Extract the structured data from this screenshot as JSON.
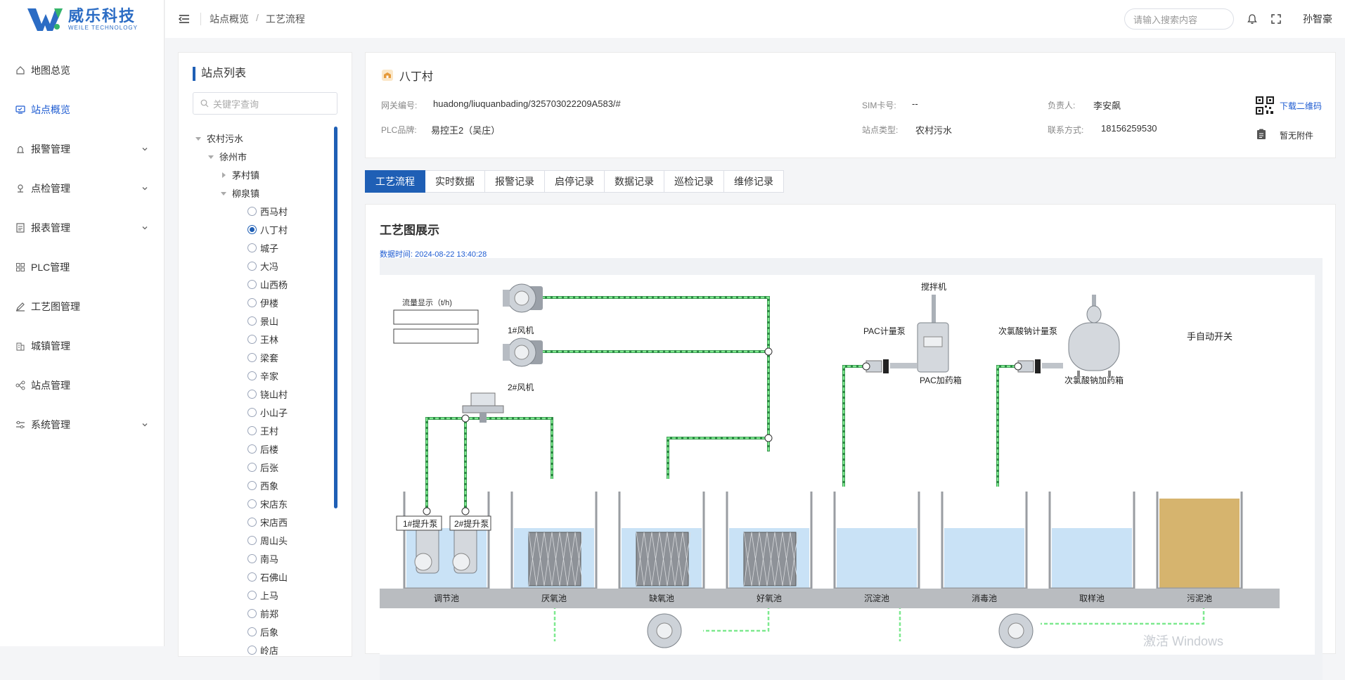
{
  "brand": {
    "name_cn": "威乐科技",
    "name_en": "WEILE TECHNOLOGY",
    "color": "#2b6cc4"
  },
  "sidebar": {
    "items": [
      {
        "label": "地图总览",
        "icon": "home-icon",
        "active": false,
        "expandable": false
      },
      {
        "label": "站点概览",
        "icon": "monitor-icon",
        "active": true,
        "expandable": false
      },
      {
        "label": "报警管理",
        "icon": "alarm-icon",
        "active": false,
        "expandable": true
      },
      {
        "label": "点检管理",
        "icon": "location-icon",
        "active": false,
        "expandable": true
      },
      {
        "label": "报表管理",
        "icon": "report-icon",
        "active": false,
        "expandable": true
      },
      {
        "label": "PLC管理",
        "icon": "grid-icon",
        "active": false,
        "expandable": false
      },
      {
        "label": "工艺图管理",
        "icon": "pen-icon",
        "active": false,
        "expandable": false
      },
      {
        "label": "城镇管理",
        "icon": "building-icon",
        "active": false,
        "expandable": false
      },
      {
        "label": "站点管理",
        "icon": "network-icon",
        "active": false,
        "expandable": false
      },
      {
        "label": "系统管理",
        "icon": "sliders-icon",
        "active": false,
        "expandable": true
      }
    ]
  },
  "header": {
    "breadcrumb": [
      "站点概览",
      "工艺流程"
    ],
    "search_placeholder": "请输入搜索内容",
    "user": "孙智豪"
  },
  "station_list": {
    "title": "站点列表",
    "search_placeholder": "关键字查询",
    "tree": [
      {
        "label": "农村污水",
        "level": 0,
        "type": "expanded"
      },
      {
        "label": "徐州市",
        "level": 1,
        "type": "expanded"
      },
      {
        "label": "茅村镇",
        "level": 2,
        "type": "collapsed"
      },
      {
        "label": "柳泉镇",
        "level": 2,
        "type": "expanded"
      }
    ],
    "villages": [
      "西马村",
      "八丁村",
      "城子",
      "大冯",
      "山西杨",
      "伊楼",
      "景山",
      "王林",
      "梁套",
      "辛家",
      "铙山村",
      "小山子",
      "王村",
      "后楼",
      "后张",
      "西象",
      "宋店东",
      "宋店西",
      "周山头",
      "南马",
      "石佛山",
      "上马",
      "前郑",
      "后象",
      "岭店"
    ],
    "selected": "八丁村"
  },
  "station_info": {
    "name": "八丁村",
    "gateway_label": "网关编号:",
    "gateway_value": "huadong/liuquanbading/325703022209A583/#",
    "sim_label": "SIM卡号:",
    "sim_value": "--",
    "owner_label": "负责人:",
    "owner_value": "李安飙",
    "plc_label": "PLC品牌:",
    "plc_value": "易控王2（吴庄）",
    "type_label": "站点类型:",
    "type_value": "农村污水",
    "contact_label": "联系方式:",
    "contact_value": "18156259530",
    "qr_link": "下载二维码",
    "attachment": "暂无附件"
  },
  "tabs": [
    {
      "label": "工艺流程",
      "active": true
    },
    {
      "label": "实时数据",
      "active": false
    },
    {
      "label": "报警记录",
      "active": false
    },
    {
      "label": "启停记录",
      "active": false
    },
    {
      "label": "数据记录",
      "active": false
    },
    {
      "label": "巡检记录",
      "active": false
    },
    {
      "label": "维修记录",
      "active": false
    }
  ],
  "diagram": {
    "title": "工艺图展示",
    "data_time_label": "数据时间:",
    "data_time": "2024-08-22 13:40:28",
    "flow_display_label": "流量显示（t/h)",
    "blower1": "1#风机",
    "blower2": "2#风机",
    "mixer": "搅拌机",
    "pac_pump": "PAC计量泵",
    "pac_tank": "PAC加药箱",
    "naclo_pump": "次氯酸钠计量泵",
    "naclo_tank": "次氯酸钠加药箱",
    "manual_auto": "手自动开关",
    "lift_pump1": "1#提升泵",
    "lift_pump2": "2#提升泵",
    "tanks": [
      "调节池",
      "厌氧池",
      "缺氧池",
      "好氧池",
      "沉淀池",
      "消毒池",
      "取样池",
      "污泥池"
    ],
    "pipe_color": "#3ddc5a",
    "water_color": "#c9e2f6",
    "sludge_color": "#d6b46e"
  },
  "watermark": "激活 Windows"
}
